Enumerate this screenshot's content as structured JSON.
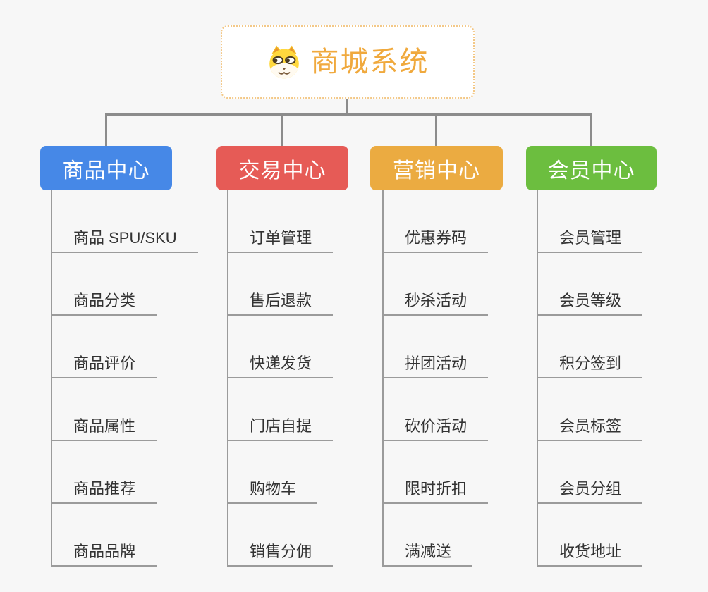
{
  "root": {
    "title": "商城系统",
    "icon": "shiba-dog-icon"
  },
  "branches": [
    {
      "label": "商品中心",
      "color": "#4688e7",
      "items": [
        "商品 SPU/SKU",
        "商品分类",
        "商品评价",
        "商品属性",
        "商品推荐",
        "商品品牌"
      ]
    },
    {
      "label": "交易中心",
      "color": "#e65b56",
      "items": [
        "订单管理",
        "售后退款",
        "快递发货",
        "门店自提",
        "购物车",
        "销售分佣"
      ]
    },
    {
      "label": "营销中心",
      "color": "#ebab41",
      "items": [
        "优惠券码",
        "秒杀活动",
        "拼团活动",
        "砍价活动",
        "限时折扣",
        "满减送"
      ]
    },
    {
      "label": "会员中心",
      "color": "#6cbe3f",
      "items": [
        "会员管理",
        "会员等级",
        "积分签到",
        "会员标签",
        "会员分组",
        "收货地址"
      ]
    }
  ],
  "colors": {
    "background": "#f7f7f7",
    "root_border": "#f3c887",
    "root_title": "#f0a93d",
    "connector": "#8c8c8c",
    "item_line": "#9b9b9b",
    "item_text": "#333333"
  }
}
